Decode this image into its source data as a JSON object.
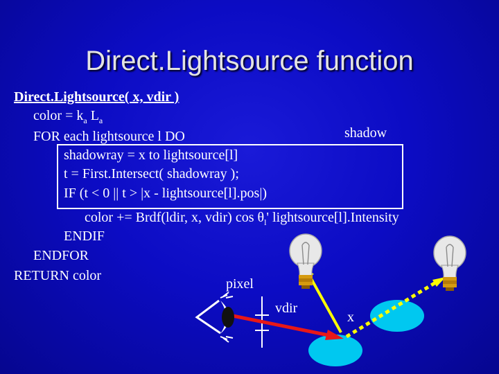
{
  "slide": {
    "title": "Direct.Lightsource function"
  },
  "code": {
    "line1": "Direct.Lightsource( x, vdir )",
    "line2_prefix": "color = k",
    "line2_sub1": "a",
    "line2_mid": " L",
    "line2_sub2": "a",
    "line3": "FOR each lightsource l DO",
    "line4": "shadowray = x to lightsource[l]",
    "line5": "t = First.Intersect( shadowray );",
    "line6": "IF (t < 0 || t > |x - lightsource[l].pos|)",
    "line7_prefix": "color += Brdf(ldir, x, vdir) cos θ",
    "line7_sub": "l",
    "line7_suffix": "' lightsource[l].Intensity",
    "line8": "ENDIF",
    "line9": "ENDFOR",
    "line10": "RETURN color"
  },
  "labels": {
    "shadow": "shadow",
    "pixel": "pixel",
    "vdir": "vdir",
    "x": "x"
  },
  "colors": {
    "background": "#0c0cc4",
    "title": "#e3e3e3",
    "ray_view": "#e81818",
    "ray_shadow_blocked": "#ffff00",
    "surface": "#00c8f0"
  },
  "icons": [
    "eye-icon",
    "lightbulb-icon"
  ]
}
